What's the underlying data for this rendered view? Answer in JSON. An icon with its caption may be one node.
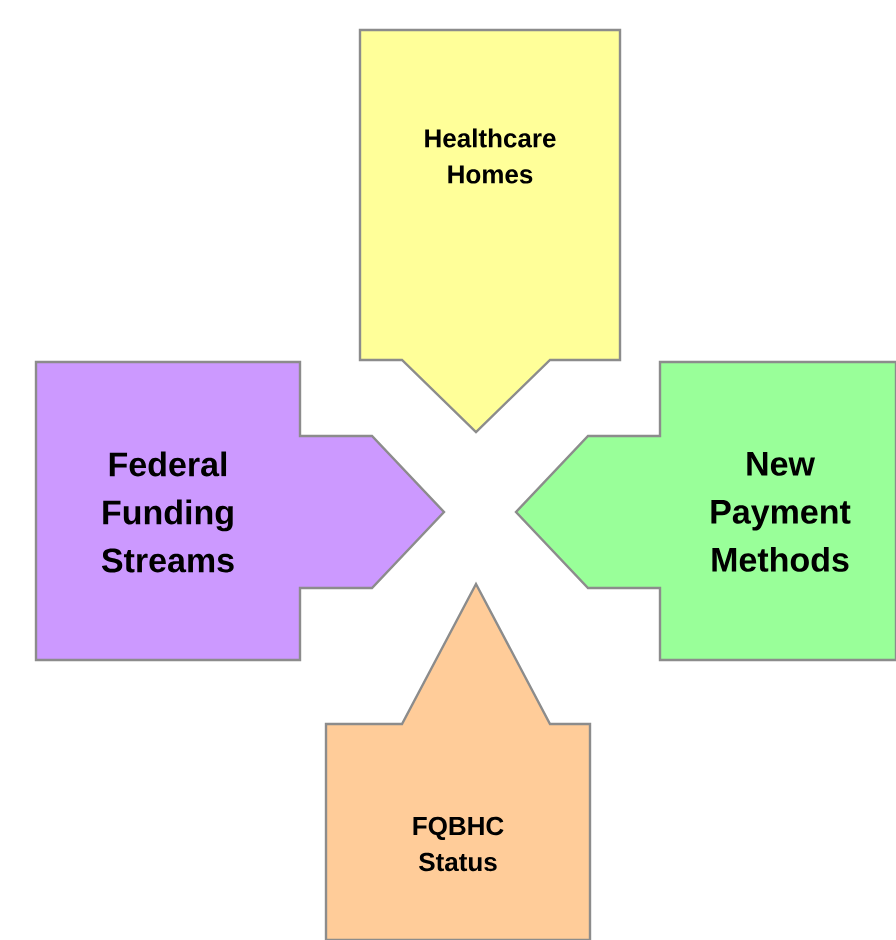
{
  "diagram": {
    "nodes": [
      {
        "text": [
          "Healthcare Homes"
        ]
      },
      {
        "text": [
          "Federal Funding Streams"
        ]
      },
      {
        "text": [
          "New Payment Methods"
        ]
      },
      {
        "text": [
          "FQBHC Status"
        ]
      }
    ]
  }
}
